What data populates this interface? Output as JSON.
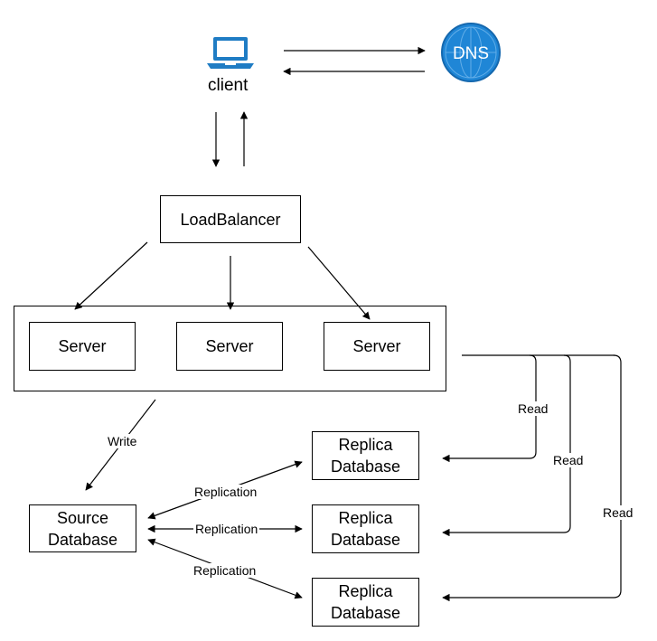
{
  "client": {
    "label": "client",
    "icon": "laptop-icon"
  },
  "dns": {
    "label": "DNS",
    "icon": "dns-globe-icon",
    "color": "#1f86d6"
  },
  "load_balancer": {
    "label": "LoadBalancer"
  },
  "servers": [
    {
      "label": "Server"
    },
    {
      "label": "Server"
    },
    {
      "label": "Server"
    }
  ],
  "source_db": {
    "line1": "Source",
    "line2": "Database"
  },
  "replicas": [
    {
      "line1": "Replica",
      "line2": "Database"
    },
    {
      "line1": "Replica",
      "line2": "Database"
    },
    {
      "line1": "Replica",
      "line2": "Database"
    }
  ],
  "edges": {
    "write": "Write",
    "replication": [
      "Replication",
      "Replication",
      "Replication"
    ],
    "read": [
      "Read",
      "Read",
      "Read"
    ]
  },
  "colors": {
    "laptop": "#1f7cc4",
    "stroke": "#000000"
  }
}
